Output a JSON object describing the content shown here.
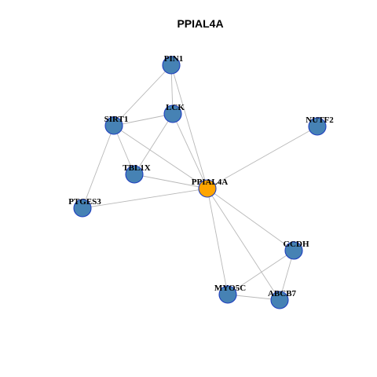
{
  "title": "PPIAL4A",
  "colors": {
    "default_node": "#4682b4",
    "highlight_node": "#ffa500",
    "node_border": "#1f3fbf",
    "edge": "#b8b8b8"
  },
  "nodes": [
    {
      "id": "PIN1",
      "label": "PIN1",
      "highlight": false
    },
    {
      "id": "LCK",
      "label": "LCK",
      "highlight": false
    },
    {
      "id": "SIRT1",
      "label": "SIRT1",
      "highlight": false
    },
    {
      "id": "NUTF2",
      "label": "NUTF2",
      "highlight": false
    },
    {
      "id": "TBL1X",
      "label": "TBL1X",
      "highlight": false
    },
    {
      "id": "PPIAL4A",
      "label": "PPIAL4A",
      "highlight": true
    },
    {
      "id": "PTGES3",
      "label": "PTGES3",
      "highlight": false
    },
    {
      "id": "GCDH",
      "label": "GCDH",
      "highlight": false
    },
    {
      "id": "MYO5C",
      "label": "MYO5C",
      "highlight": false
    },
    {
      "id": "ABCB7",
      "label": "ABCB7",
      "highlight": false
    }
  ],
  "edges": [
    [
      "PIN1",
      "SIRT1"
    ],
    [
      "PIN1",
      "LCK"
    ],
    [
      "PIN1",
      "PPIAL4A"
    ],
    [
      "LCK",
      "SIRT1"
    ],
    [
      "LCK",
      "TBL1X"
    ],
    [
      "LCK",
      "PPIAL4A"
    ],
    [
      "SIRT1",
      "TBL1X"
    ],
    [
      "SIRT1",
      "PPIAL4A"
    ],
    [
      "SIRT1",
      "PTGES3"
    ],
    [
      "TBL1X",
      "PPIAL4A"
    ],
    [
      "PTGES3",
      "PPIAL4A"
    ],
    [
      "NUTF2",
      "PPIAL4A"
    ],
    [
      "PPIAL4A",
      "GCDH"
    ],
    [
      "PPIAL4A",
      "MYO5C"
    ],
    [
      "PPIAL4A",
      "ABCB7"
    ],
    [
      "GCDH",
      "MYO5C"
    ],
    [
      "GCDH",
      "ABCB7"
    ],
    [
      "MYO5C",
      "ABCB7"
    ]
  ]
}
